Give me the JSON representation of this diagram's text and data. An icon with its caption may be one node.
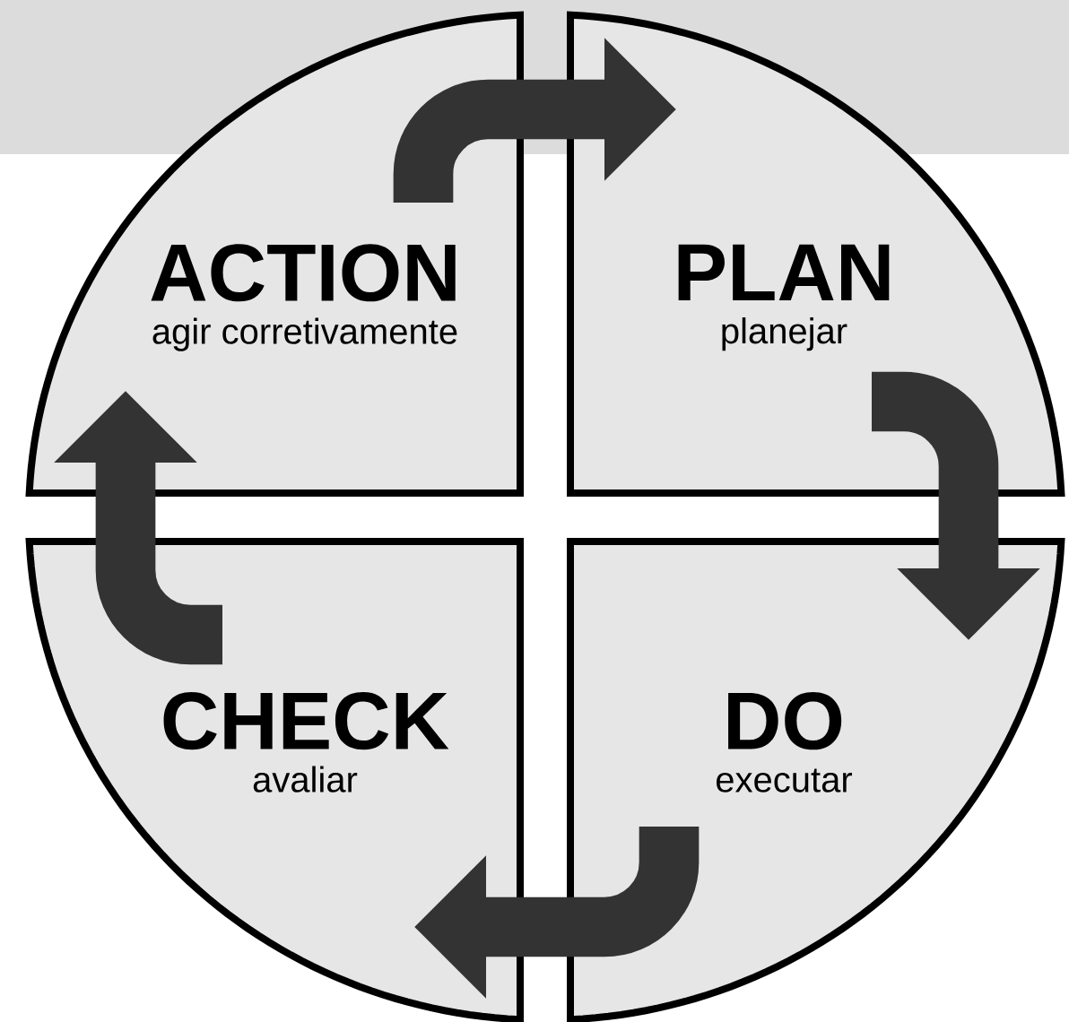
{
  "diagram": {
    "nodes": [
      {
        "text": [
          "ACTION",
          "agir corretivamente"
        ]
      },
      {
        "text": [
          "PLAN",
          "planejar"
        ]
      },
      {
        "text": [
          "CHECK",
          "avaliar"
        ]
      },
      {
        "text": [
          "DO",
          "executar"
        ]
      }
    ],
    "edges": [
      {
        "from": 0,
        "to": 1,
        "arrow": "to"
      },
      {
        "from": 1,
        "to": 3,
        "arrow": "to"
      },
      {
        "from": 3,
        "to": 2,
        "arrow": "to"
      },
      {
        "from": 2,
        "to": 0,
        "arrow": "to"
      }
    ]
  }
}
